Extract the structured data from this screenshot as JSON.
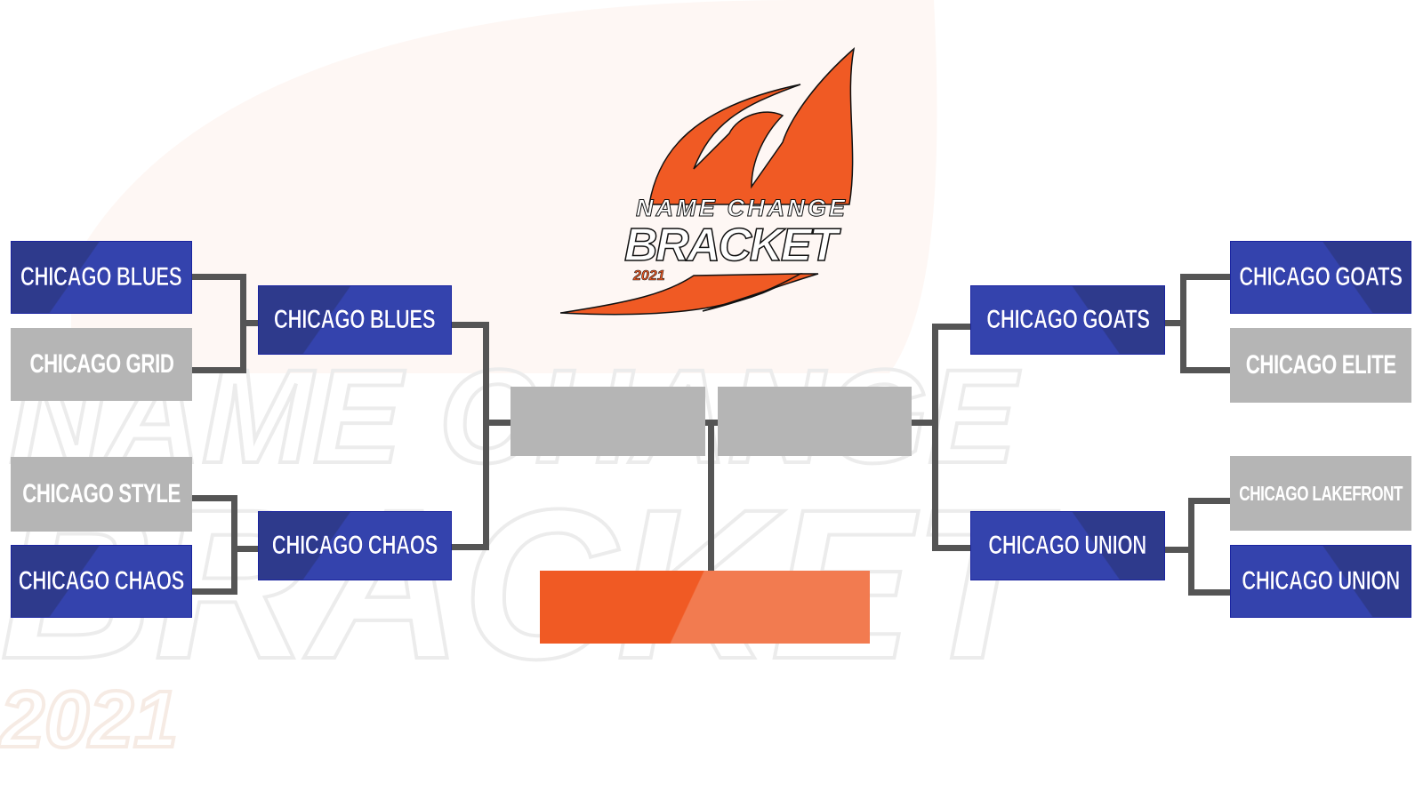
{
  "logo": {
    "line1": "NAME CHANGE",
    "line2": "BRACKET",
    "year": "2021"
  },
  "colors": {
    "winner_blue": "#3443ad",
    "loser_grey": "#b5b5b5",
    "champion_orange": "#f05a24",
    "connector": "#555555"
  },
  "left": {
    "round1": [
      "CHICAGO BLUES",
      "CHICAGO GRID",
      "CHICAGO STYLE",
      "CHICAGO CHAOS"
    ],
    "round2": [
      "CHICAGO BLUES",
      "CHICAGO CHAOS"
    ]
  },
  "right": {
    "round1": [
      "CHICAGO GOATS",
      "CHICAGO ELITE",
      "CHICAGO LAKEFRONT",
      "CHICAGO UNION"
    ],
    "round2": [
      "CHICAGO GOATS",
      "CHICAGO UNION"
    ]
  }
}
